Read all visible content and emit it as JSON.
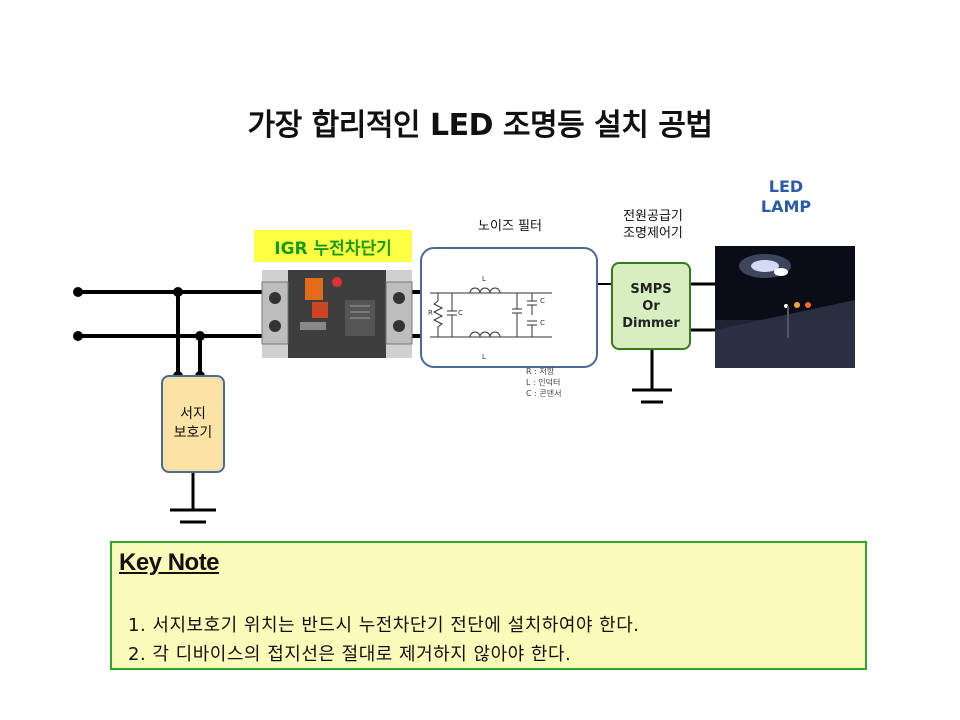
{
  "title": "가장 합리적인 LED 조명등 설치 공법",
  "labels": {
    "igr": "IGR 누전차단기",
    "noise_filter": "노이즈 필터",
    "power_supply_line1": "전원공급기",
    "power_supply_line2": "조명제어기",
    "led_line1": "LED",
    "led_line2": "LAMP"
  },
  "smps": {
    "line1": "SMPS",
    "line2": "Or",
    "line3": "Dimmer"
  },
  "surge": {
    "line1": "서지",
    "line2": "보호기"
  },
  "filter_legend": [
    "R : 저항",
    "L : 인덕터",
    "C : 콘덴서"
  ],
  "filter_marks": {
    "L": "L",
    "C": "C",
    "R": "R"
  },
  "key_note": {
    "title": "Key Note",
    "items": [
      "1. 서지보호기 위치는 반드시 누전차단기 전단에 설치하여야 한다.",
      "2. 각 디바이스의 접지선은 절대로 제거하지 않아야 한다."
    ]
  },
  "colors": {
    "igr_bg": "#ffff44",
    "igr_text": "#1a9a1a",
    "led_text": "#2b5aa7",
    "smps_bg": "#d6eec0",
    "surge_bg": "#fbe2a5",
    "keynote_bg": "#fbfbb9",
    "keynote_border": "#2fa52f"
  }
}
